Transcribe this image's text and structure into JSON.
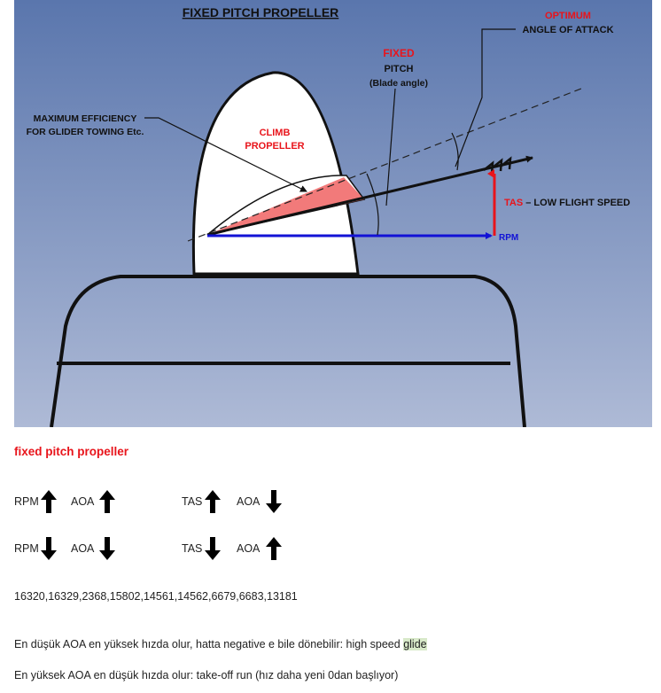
{
  "diagram": {
    "title": "FIXED PITCH PROPELLER",
    "optimum": "OPTIMUM",
    "angle_of_attack": "ANGLE OF ATTACK",
    "fixed": "FIXED",
    "pitch": "PITCH",
    "blade_angle": "(Blade angle)",
    "max_eff_line1": "MAXIMUM EFFICIENCY",
    "max_eff_line2": "FOR GLIDER TOWING Etc.",
    "climb": "CLIMB",
    "propeller": "PROPELLER",
    "tas": "TAS",
    "tas_desc": " –  LOW FLIGHT SPEED",
    "rpm": "RPM",
    "colors": {
      "sky_top": "#5a76ad",
      "sky_bottom": "#aebad6",
      "red": "#e8141b",
      "blue": "#1212d6",
      "wedge": "#f27a7a"
    }
  },
  "heading": "fixed pitch propeller",
  "rows": [
    {
      "a_label": "RPM",
      "a_dir": "up",
      "b_label": "AOA",
      "b_dir": "up",
      "c_label": "TAS",
      "c_dir": "up",
      "d_label": "AOA",
      "d_dir": "down"
    },
    {
      "a_label": "RPM",
      "a_dir": "down",
      "b_label": "AOA",
      "b_dir": "down",
      "c_label": "TAS",
      "c_dir": "down",
      "d_label": "AOA",
      "d_dir": "up"
    }
  ],
  "numbers": "16320,16329,2368,15802,14561,14562,6679,6683,13181",
  "line1_main": "En düşük AOA en yüksek hızda olur, hatta negative e bile dönebilir: high speed ",
  "line1_highlight": "glide",
  "line2": "En yüksek AOA en düşük hızda olur: take-off run (hız daha yeni 0dan başlıyor)"
}
